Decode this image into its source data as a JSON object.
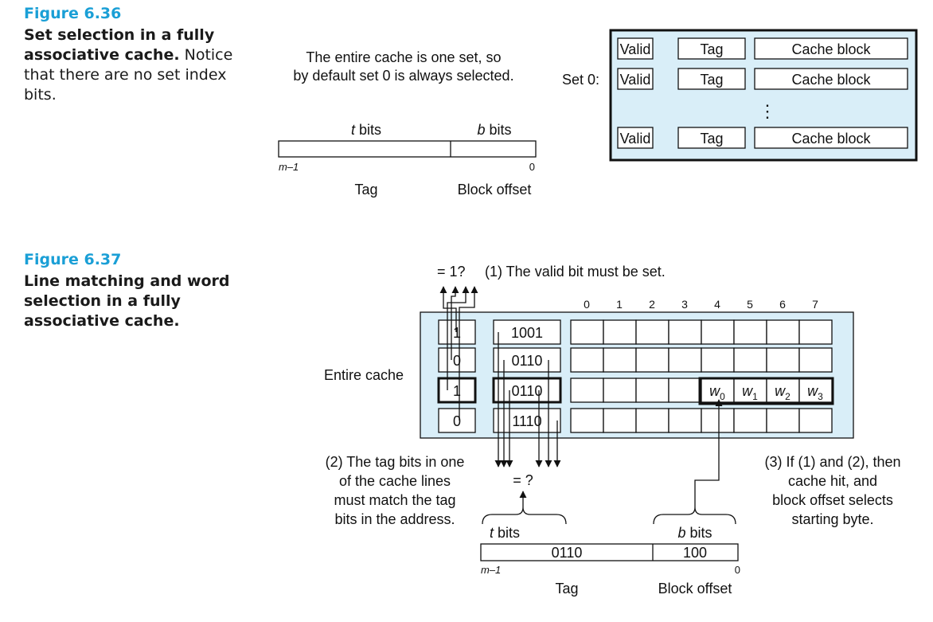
{
  "fig36": {
    "number": "Figure 6.36",
    "title": "Set selection in a fully associative cache.",
    "body": " Notice that there are no set index bits.",
    "note_line1": "The entire cache is one set, so",
    "note_line2": "by default set 0 is always selected.",
    "addr_tbits_var": "t",
    "addr_bbits_var": "b",
    "bits_word": " bits",
    "addr_high": "m–1",
    "addr_low": "0",
    "tag_label": "Tag",
    "offset_label": "Block offset",
    "set_label": "Set 0:",
    "line_cells": [
      "Valid",
      "Tag",
      "Cache block"
    ],
    "vdots": "⋮"
  },
  "fig37": {
    "number": "Figure 6.37",
    "title": "Line matching and word selection in a fully associative cache.",
    "valid_check": "= 1?",
    "step1": "(1) The valid bit must be set.",
    "byte_indices": [
      "0",
      "1",
      "2",
      "3",
      "4",
      "5",
      "6",
      "7"
    ],
    "entire_cache": "Entire cache",
    "rows": [
      {
        "valid": "1",
        "tag": "1001"
      },
      {
        "valid": "0",
        "tag": "0110"
      },
      {
        "valid": "1",
        "tag": "0110"
      },
      {
        "valid": "0",
        "tag": "1110"
      }
    ],
    "words": [
      "w",
      "w",
      "w",
      "w"
    ],
    "word_subs": [
      "0",
      "1",
      "2",
      "3"
    ],
    "tag_eq": "= ?",
    "step2": [
      "(2) The tag bits in one",
      "of the cache lines",
      "must match the tag",
      "bits in the address."
    ],
    "step3": [
      "(3) If (1) and (2), then",
      "cache hit, and",
      "block offset selects",
      "starting byte."
    ],
    "addr_tag_value": "0110",
    "addr_offset_value": "100",
    "addr_high": "m–1",
    "addr_low": "0",
    "tag_label": "Tag",
    "offset_label": "Block offset"
  },
  "colors": {
    "caption": "#1a9fd6",
    "cache_fill": "#d9eef8"
  }
}
